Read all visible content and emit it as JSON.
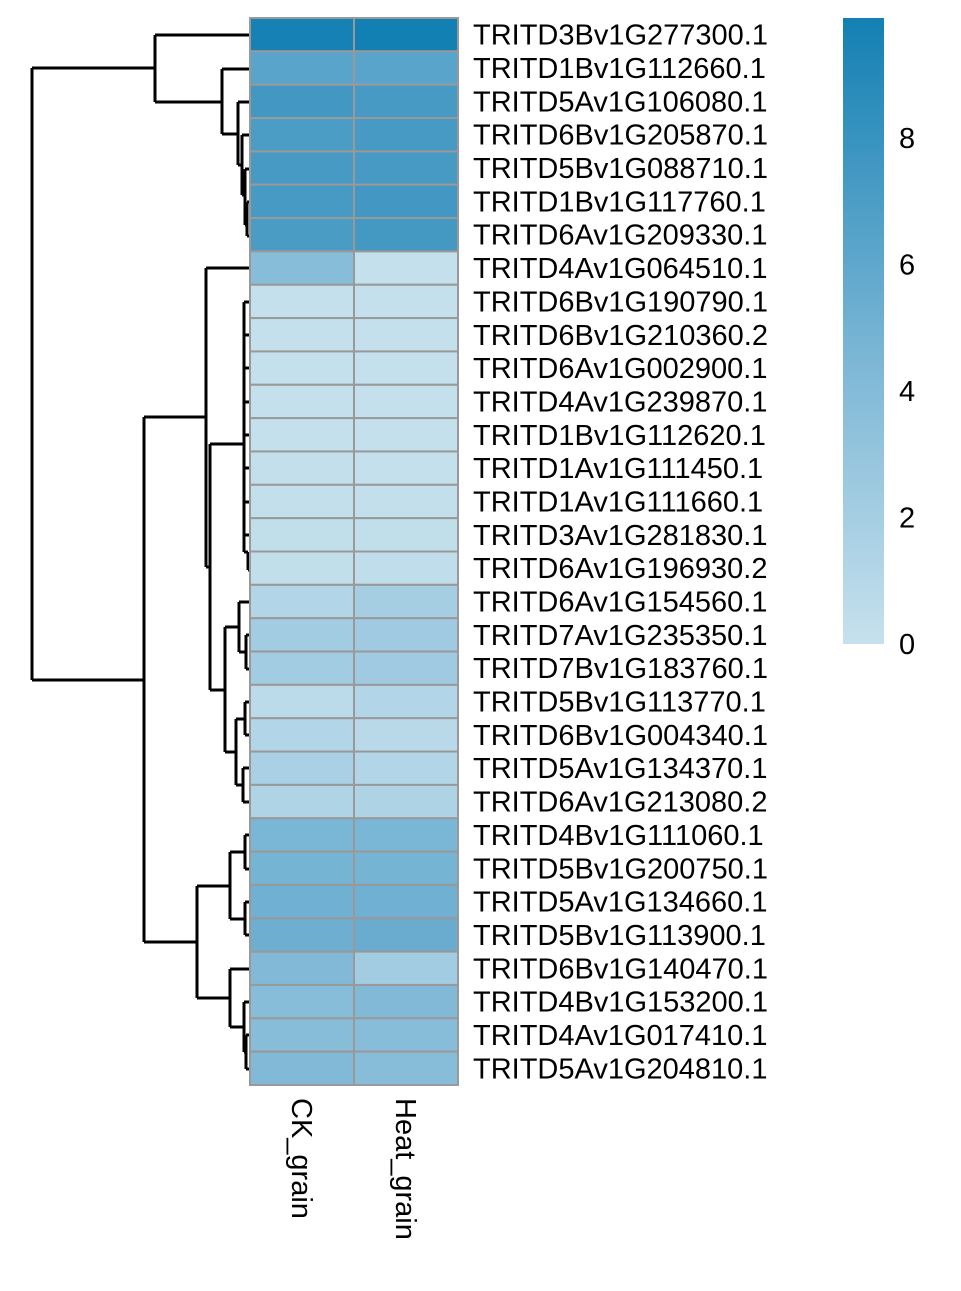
{
  "chart_data": {
    "type": "heatmap",
    "title": "",
    "columns": [
      "CK_grain",
      "Heat_grain"
    ],
    "rows": [
      "TRITD3Bv1G277300.1",
      "TRITD1Bv1G112660.1",
      "TRITD5Av1G106080.1",
      "TRITD6Bv1G205870.1",
      "TRITD5Bv1G088710.1",
      "TRITD1Bv1G117760.1",
      "TRITD6Av1G209330.1",
      "TRITD4Av1G064510.1",
      "TRITD6Bv1G190790.1",
      "TRITD6Bv1G210360.2",
      "TRITD6Av1G002900.1",
      "TRITD4Av1G239870.1",
      "TRITD1Bv1G112620.1",
      "TRITD1Av1G111450.1",
      "TRITD1Av1G111660.1",
      "TRITD3Av1G281830.1",
      "TRITD6Av1G196930.2",
      "TRITD6Av1G154560.1",
      "TRITD7Av1G235350.1",
      "TRITD7Bv1G183760.1",
      "TRITD5Bv1G113770.1",
      "TRITD6Bv1G004340.1",
      "TRITD5Av1G134370.1",
      "TRITD6Av1G213080.2",
      "TRITD4Bv1G111060.1",
      "TRITD5Bv1G200750.1",
      "TRITD5Av1G134660.1",
      "TRITD5Bv1G113900.1",
      "TRITD6Bv1G140470.1",
      "TRITD4Bv1G153200.1",
      "TRITD4Av1G017410.1",
      "TRITD5Av1G204810.1"
    ],
    "values": [
      [
        9.8,
        9.9
      ],
      [
        6.3,
        6.3
      ],
      [
        7.5,
        7.3
      ],
      [
        7.0,
        7.3
      ],
      [
        7.3,
        7.3
      ],
      [
        7.3,
        7.5
      ],
      [
        7.1,
        7.4
      ],
      [
        3.8,
        0.1
      ],
      [
        0.1,
        0.1
      ],
      [
        0.1,
        0.1
      ],
      [
        0.1,
        0.1
      ],
      [
        0.1,
        0.1
      ],
      [
        0.1,
        0.1
      ],
      [
        0.2,
        0.1
      ],
      [
        0.2,
        0.2
      ],
      [
        0.3,
        0.3
      ],
      [
        0.3,
        0.4
      ],
      [
        1.2,
        2.0
      ],
      [
        2.2,
        2.4
      ],
      [
        2.2,
        2.4
      ],
      [
        0.6,
        1.2
      ],
      [
        1.2,
        0.8
      ],
      [
        1.8,
        1.2
      ],
      [
        1.4,
        1.5
      ],
      [
        4.6,
        4.6
      ],
      [
        4.8,
        4.8
      ],
      [
        5.1,
        5.1
      ],
      [
        5.3,
        5.5
      ],
      [
        4.2,
        2.2
      ],
      [
        3.8,
        4.2
      ],
      [
        3.8,
        3.8
      ],
      [
        4.2,
        3.8
      ]
    ],
    "color_scale": {
      "min": 0,
      "max": 9.9,
      "low_color": "#c6e1ed",
      "mid_color": "#7db7d6",
      "high_color": "#1380b3"
    },
    "legend": {
      "ticks": [
        "0",
        "2",
        "4",
        "6",
        "8"
      ],
      "tick_values": [
        0,
        2,
        4,
        6,
        8
      ],
      "placement": "right"
    },
    "cell_border_color": "#999999",
    "row_dendrogram": true
  }
}
